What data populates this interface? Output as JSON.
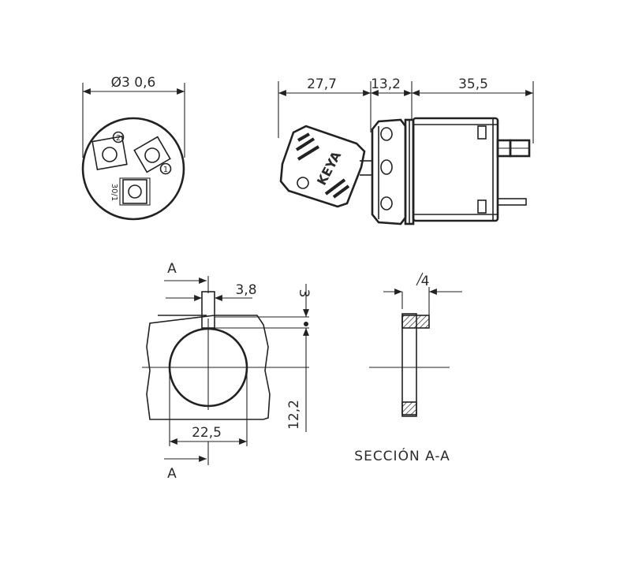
{
  "front_view": {
    "diameter_label": "Ø3 0,6",
    "terminal_2": "2",
    "terminal_1": "1",
    "terminal_3_label": "30/1"
  },
  "side_view": {
    "dim_key": "27,7",
    "dim_nut": "13,2",
    "dim_body": "35,5",
    "key_logo": "KEYA"
  },
  "panel_cutout": {
    "section_marker_top": "A",
    "section_marker_bottom": "A",
    "dim_slot_width": "3,8",
    "dim_slot_depth": "3",
    "dim_center_height": "12,2",
    "dim_hole_diameter": "22,5"
  },
  "section_view": {
    "dim_thickness": "4",
    "caption": "SECCIÓN A-A"
  }
}
